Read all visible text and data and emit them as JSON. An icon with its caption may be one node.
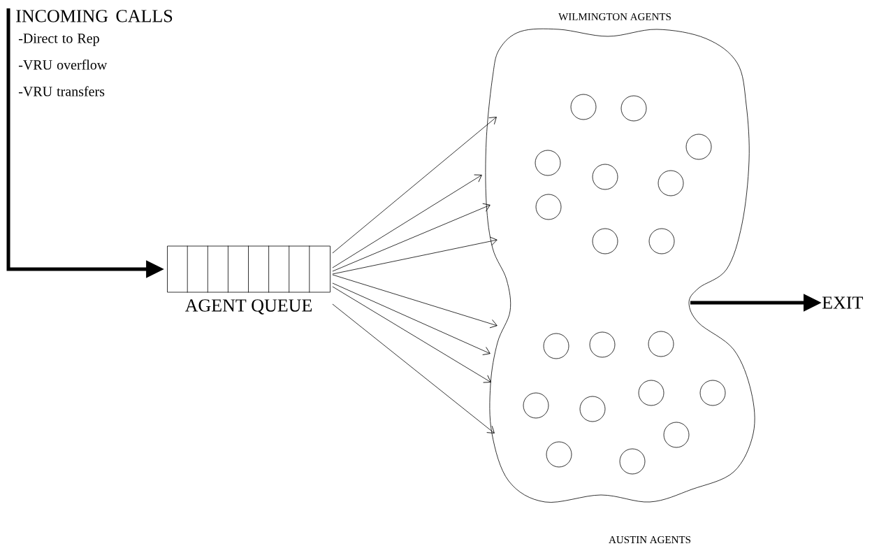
{
  "diagram": {
    "nodes": [
      {
        "text": [
          "INCOMING CALLS",
          "-Direct to Rep",
          "-VRU overflow",
          "-VRU transfers"
        ]
      },
      {
        "text": [
          "AGENT QUEUE"
        ]
      },
      {
        "text": [
          "WILMINGTON AGENTS",
          "AUSTIN AGENTS"
        ]
      },
      {
        "text": [],
        "shape": "circle",
        "in": 2
      },
      {
        "text": [],
        "shape": "circle",
        "in": 2
      },
      {
        "text": [],
        "shape": "circle",
        "in": 2
      },
      {
        "text": [],
        "shape": "circle",
        "in": 2
      },
      {
        "text": [],
        "shape": "circle",
        "in": 2
      },
      {
        "text": [],
        "shape": "circle",
        "in": 2
      },
      {
        "text": [],
        "shape": "circle",
        "in": 2
      },
      {
        "text": [],
        "shape": "circle",
        "in": 2
      },
      {
        "text": [],
        "shape": "circle",
        "in": 2
      },
      {
        "text": [],
        "shape": "circle",
        "in": 2
      },
      {
        "text": [],
        "shape": "circle",
        "in": 2
      },
      {
        "text": [],
        "shape": "circle",
        "in": 2
      },
      {
        "text": [],
        "shape": "circle",
        "in": 2
      },
      {
        "text": [],
        "shape": "circle",
        "in": 2
      },
      {
        "text": [],
        "shape": "circle",
        "in": 2
      },
      {
        "text": [],
        "shape": "circle",
        "in": 2
      },
      {
        "text": [],
        "shape": "circle",
        "in": 2
      },
      {
        "text": [],
        "shape": "circle",
        "in": 2
      },
      {
        "text": [],
        "shape": "circle",
        "in": 2
      },
      {
        "text": [
          "EXIT"
        ]
      }
    ],
    "edges": [
      {
        "from": 0,
        "to": 1,
        "arrow": "to",
        "style": "thick"
      },
      {
        "from": 1,
        "to": 2,
        "arrow": "to"
      },
      {
        "from": 1,
        "to": 2,
        "arrow": "to"
      },
      {
        "from": 1,
        "to": 2,
        "arrow": "to"
      },
      {
        "from": 1,
        "to": 2,
        "arrow": "to"
      },
      {
        "from": 1,
        "to": 2,
        "arrow": "to"
      },
      {
        "from": 1,
        "to": 2,
        "arrow": "to"
      },
      {
        "from": 1,
        "to": 2,
        "arrow": "to"
      },
      {
        "from": 1,
        "to": 2,
        "arrow": "to"
      },
      {
        "from": 2,
        "to": 22,
        "arrow": "to",
        "style": "thick"
      }
    ]
  }
}
